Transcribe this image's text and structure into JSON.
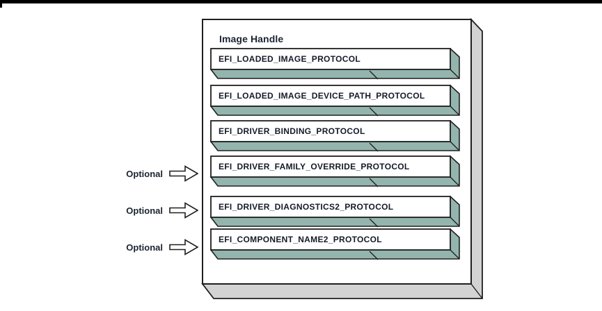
{
  "diagram": {
    "container_title": "Image Handle",
    "optional_label": "Optional",
    "protocols": [
      {
        "name": "EFI_LOADED_IMAGE_PROTOCOL",
        "optional": false
      },
      {
        "name": "EFI_LOADED_IMAGE_DEVICE_PATH_PROTOCOL",
        "optional": false
      },
      {
        "name": "EFI_DRIVER_BINDING_PROTOCOL",
        "optional": false
      },
      {
        "name": "EFI_DRIVER_FAMILY_OVERRIDE_PROTOCOL",
        "optional": true
      },
      {
        "name": "EFI_DRIVER_DIAGNOSTICS2_PROTOCOL",
        "optional": true
      },
      {
        "name": "EFI_COMPONENT_NAME2_PROTOCOL",
        "optional": true
      }
    ],
    "colors": {
      "protocol_shadow_teal": "#93b5ad",
      "outer_shadow_gray": "#d3d3d3",
      "outline_black": "#1f1f1f",
      "text_navy": "#1b2430"
    }
  }
}
